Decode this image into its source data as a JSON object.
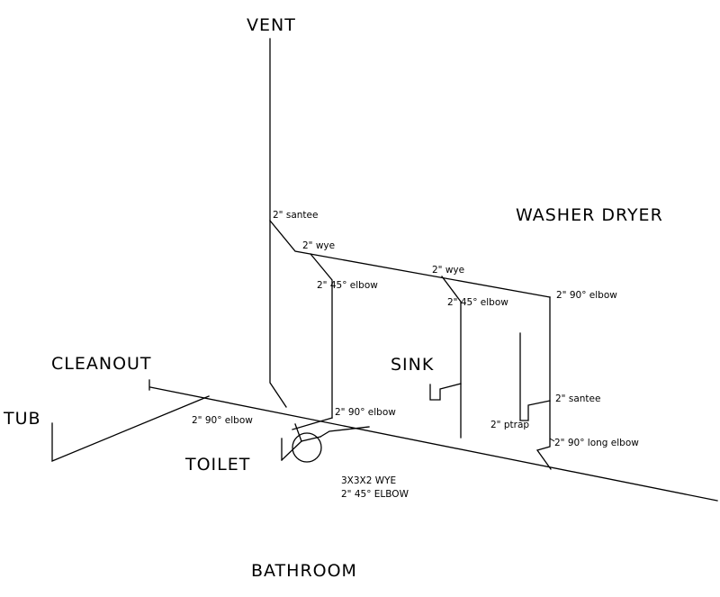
{
  "labels": {
    "vent": "VENT",
    "washer_dryer": "WASHER DRYER",
    "cleanout": "CLEANOUT",
    "sink": "SINK",
    "tub": "TUB",
    "toilet": "TOILET",
    "bathroom": "BATHROOM"
  },
  "fittings": {
    "santee_vent": "2\" santee",
    "wye_1": "2\" wye",
    "elbow45_1": "2\" 45° elbow",
    "wye_2": "2\" wye",
    "elbow45_2": "2\" 45° elbow",
    "elbow90_washer": "2\" 90° elbow",
    "santee_washer": "2\" santee",
    "ptrap_washer": "2\" ptrap",
    "long_elbow": "2\" 90° long elbow",
    "elbow90_toilet_left": "2\" 90° elbow",
    "elbow90_toilet_right": "2\" 90° elbow",
    "wye_3x3x2": "3X3X2 WYE",
    "elbow45_toilet": "2\" 45° ELBOW"
  }
}
